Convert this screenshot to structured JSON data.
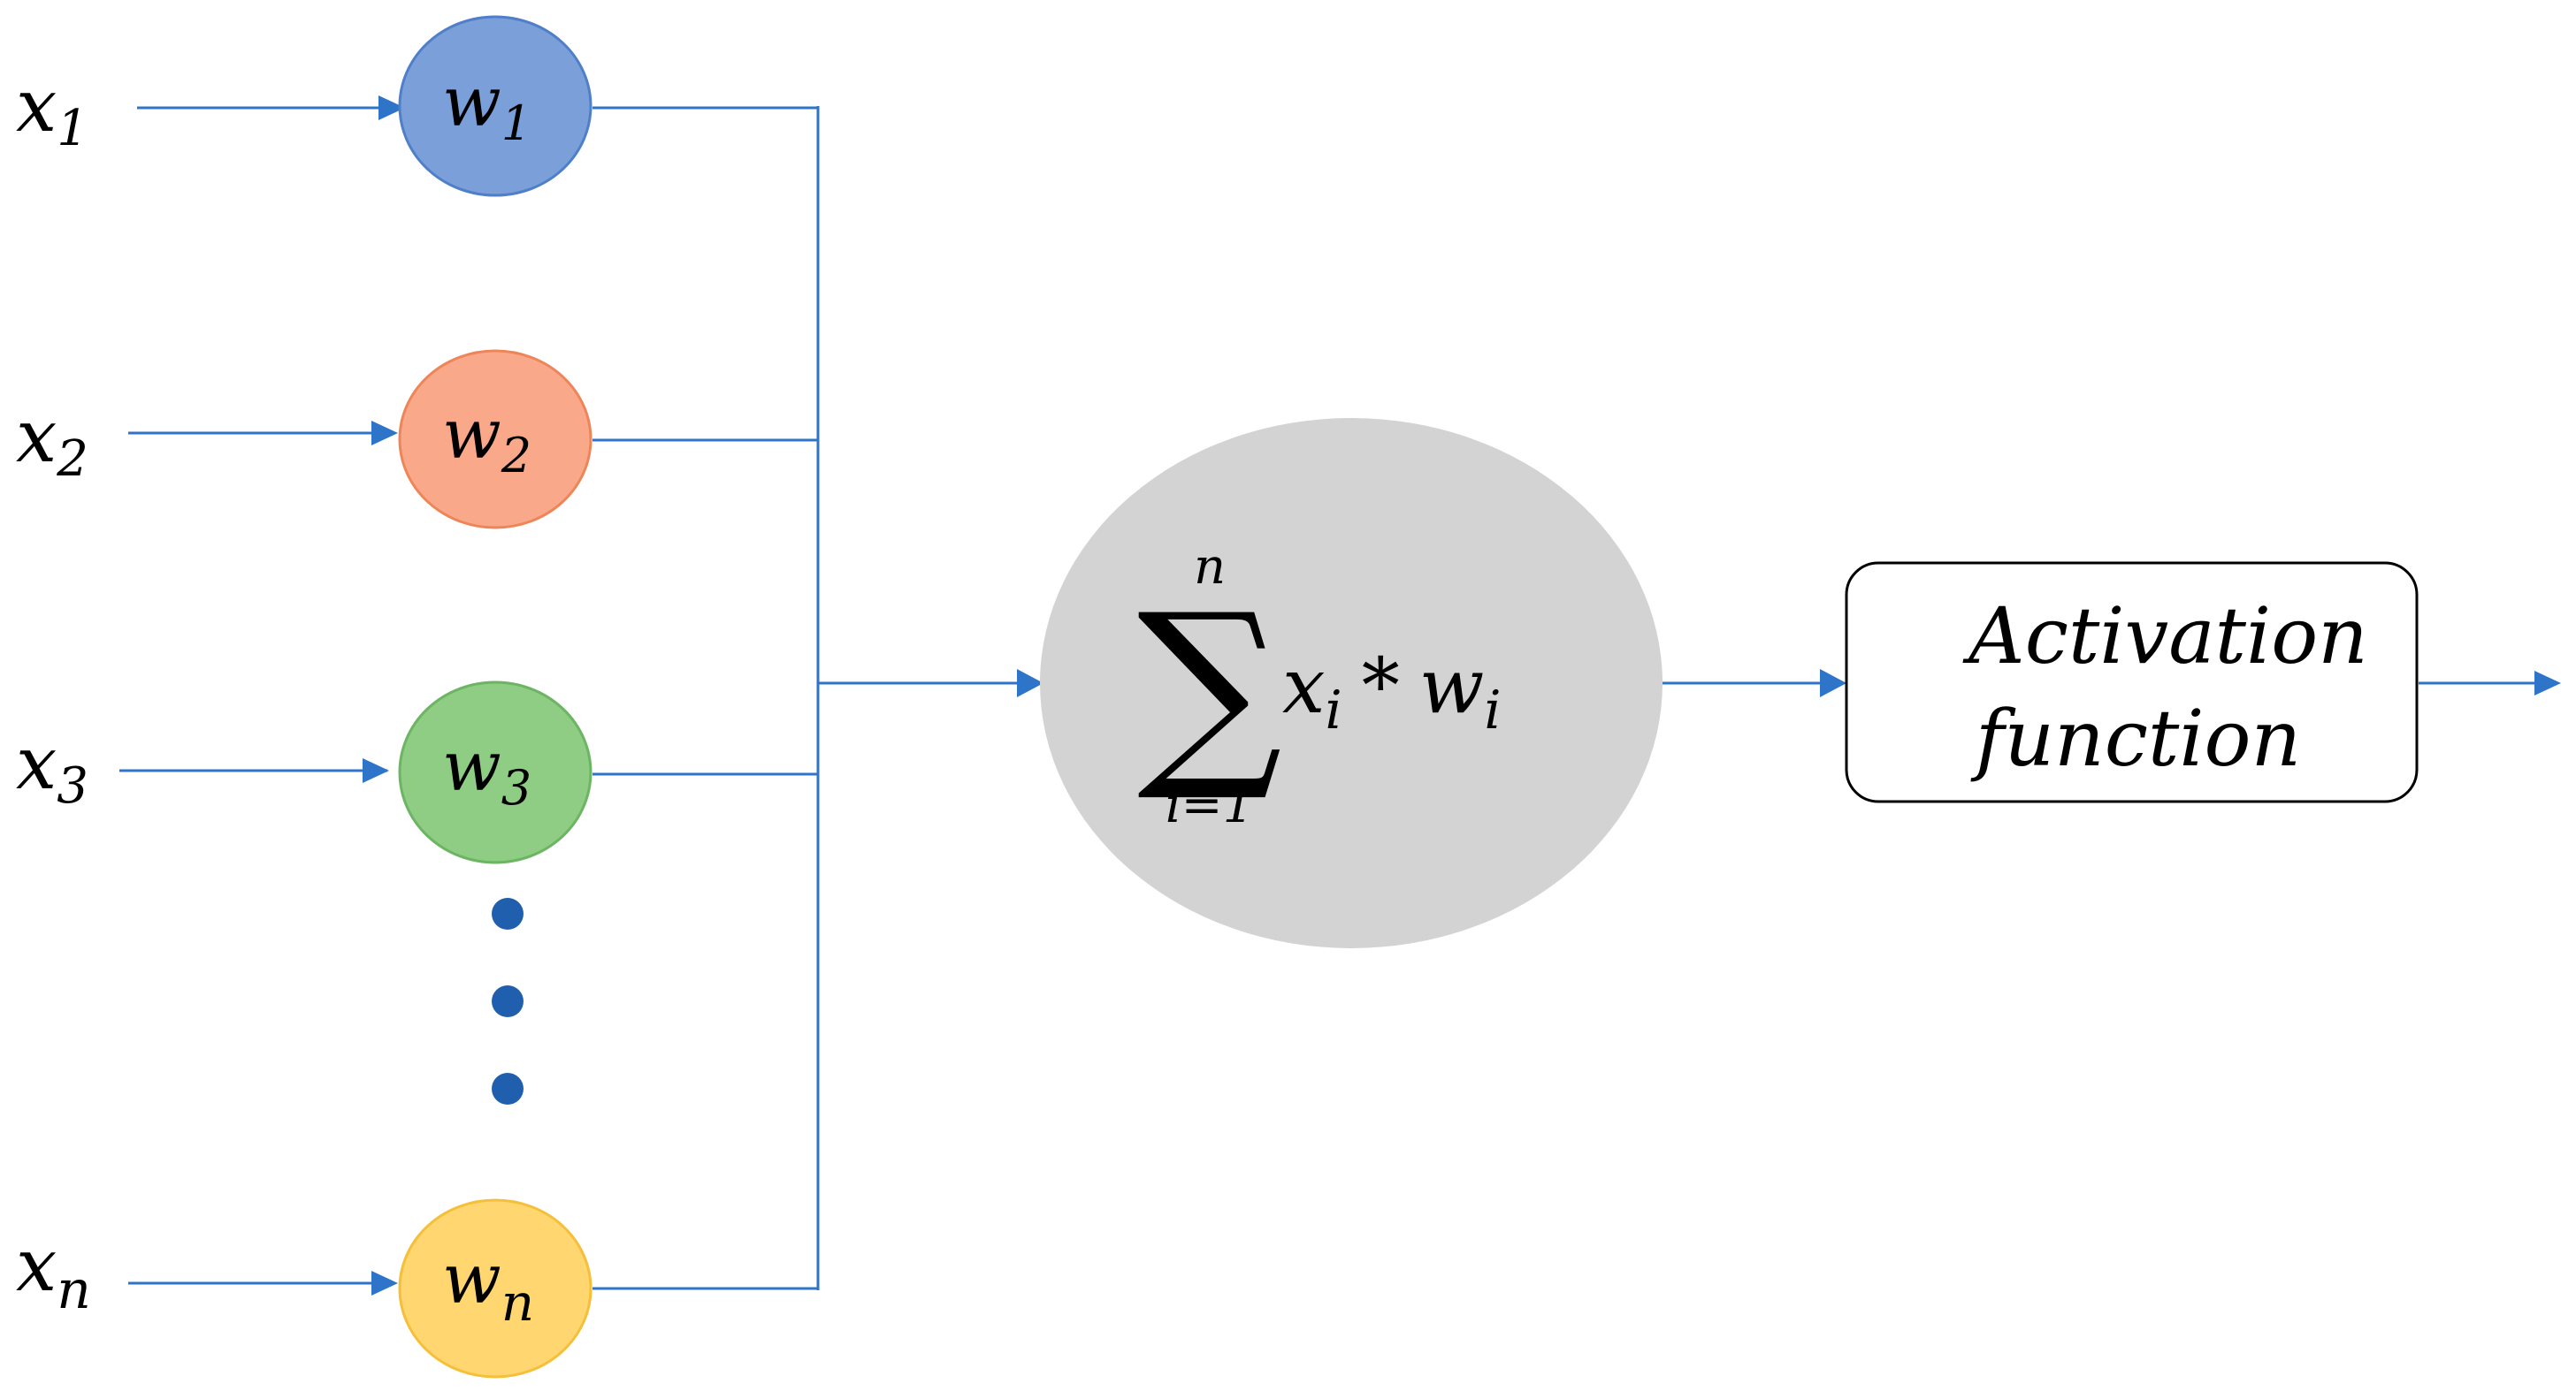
{
  "inputs": [
    {
      "base": "x",
      "sub": "1"
    },
    {
      "base": "x",
      "sub": "2"
    },
    {
      "base": "x",
      "sub": "3"
    },
    {
      "base": "x",
      "sub": "n"
    }
  ],
  "weights": [
    {
      "base": "w",
      "sub": "1",
      "fill": "#7a9fd9",
      "stroke": "#4f7fc9"
    },
    {
      "base": "w",
      "sub": "2",
      "fill": "#f9a98a",
      "stroke": "#ee8559"
    },
    {
      "base": "w",
      "sub": "3",
      "fill": "#8fcc84",
      "stroke": "#6cb562"
    },
    {
      "base": "w",
      "sub": "n",
      "fill": "#ffd66f",
      "stroke": "#f5bf3a"
    }
  ],
  "summation": {
    "symbol": "∑",
    "upper": "n",
    "lower": "i=1",
    "term_x": "x",
    "term_x_sub": "i",
    "operator": "*",
    "term_w": "w",
    "term_w_sub": "i",
    "fill": "#d3d3d3"
  },
  "activation": {
    "line1": "Activation",
    "line2": "function"
  },
  "colors": {
    "arrow": "#2e74c9",
    "dots": "#1f5fae"
  }
}
